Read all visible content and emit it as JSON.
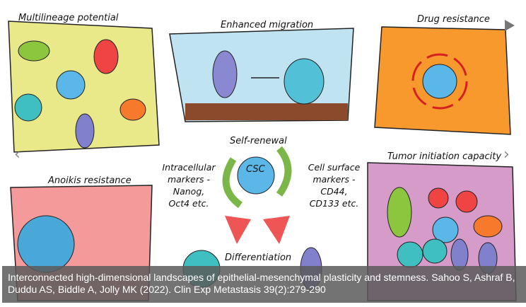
{
  "figure": {
    "panels": {
      "multilineage": "Multilineage potential",
      "migration": "Enhanced migration",
      "drug": "Drug resistance",
      "anoikis": "Anoikis resistance",
      "tumor": "Tumor initiation capacity"
    },
    "center": {
      "self_renewal": "Self-renewal",
      "csc": "CSC",
      "differentiation": "Differentiation",
      "intracellular": [
        "Intracellular",
        "markers -",
        "Nanog,",
        "Oct4 etc."
      ],
      "surface": [
        "Cell surface",
        "markers -",
        "CD44,",
        "CD133 etc."
      ]
    }
  },
  "carousel": {
    "prev_icon": "chevron-left-icon",
    "next_icon": "chevron-right-icon",
    "play_icon": "play-icon",
    "caption": "Interconnected high-dimensional landscapes of epithelial-mesenchymal plasticity and stemness. Sahoo S, Ashraf B, Duddu AS, Biddle A, Jolly MK (2022). Clin Exp Metastasis 39(2):279-290"
  },
  "colors": {
    "yellow": "#e9e98a",
    "blue": "#bfe3f0",
    "orange": "#f7992c",
    "pink": "#f49a9a",
    "purple": "#d79bc9",
    "overlay": "#5a5a5a"
  }
}
